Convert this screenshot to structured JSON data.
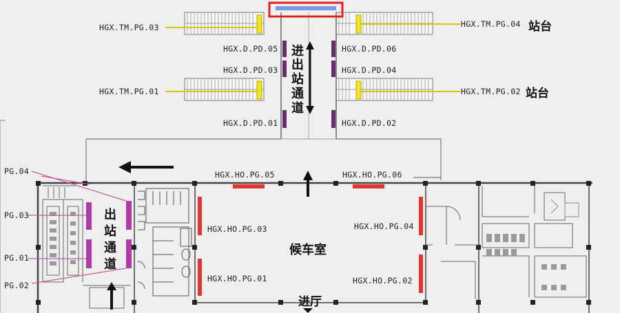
{
  "colors": {
    "wall": "#555555",
    "platform_gate": "#f2e422",
    "pd_gate": "#6a2c70",
    "hd_gate": "#e3342f",
    "exit_gate": "#b03aa8",
    "highlight_box": "#e02020",
    "highlight_fill": "#7b9be0",
    "label_line": "#d8c800",
    "pink_line": "#c45a9a"
  },
  "platform": {
    "tm_pg_03": "HGX.TM.PG.03",
    "tm_pg_04": "HGX.TM.PG.04",
    "tm_pg_01": "HGX.TM.PG.01",
    "tm_pg_02": "HGX.TM.PG.02",
    "zhantai_upper": "站台",
    "zhantai_lower": "站台"
  },
  "corridor": {
    "pd_05": "HGX.D.PD.05",
    "pd_06": "HGX.D.PD.06",
    "pd_03": "HGX.D.PD.03",
    "pd_04": "HGX.D.PD.04",
    "pd_01": "HGX.D.PD.01",
    "pd_02": "HGX.D.PD.02",
    "title_chars": [
      "进",
      "出",
      "站",
      "通",
      "道"
    ]
  },
  "hall": {
    "ho_pg_05": "HGX.HO.PG.05",
    "ho_pg_06": "HGX.HO.PG.06",
    "ho_pg_03": "HGX.HO.PG.03",
    "ho_pg_04": "HGX.HO.PG.04",
    "ho_pg_01": "HGX.HO.PG.01",
    "ho_pg_02": "HGX.HO.PG.02",
    "waiting_room": "候车室",
    "entrance": "进厅"
  },
  "exit_area": {
    "pg_04": "PG.04",
    "pg_03": "PG.03",
    "pg_01": "PG.01",
    "pg_02": "PG.02",
    "title_chars": [
      "出",
      "站",
      "通",
      "道"
    ]
  }
}
